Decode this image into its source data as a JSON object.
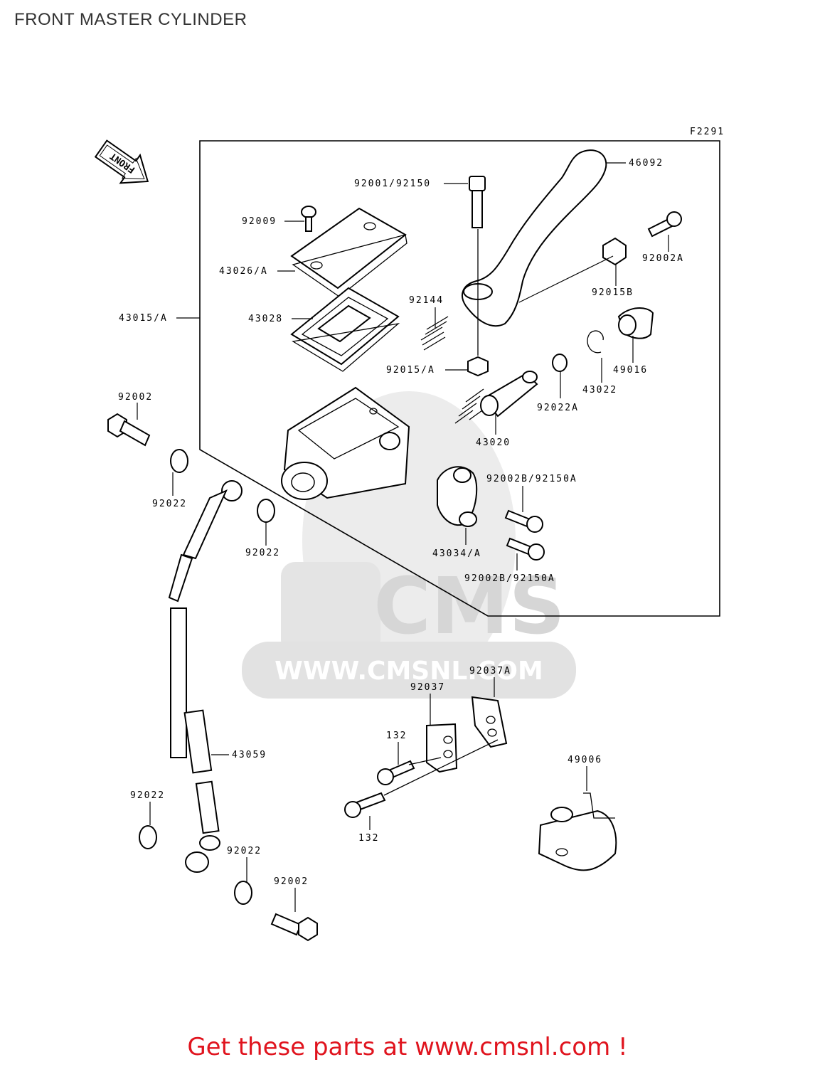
{
  "title": "FRONT MASTER CYLINDER",
  "figure_code": "F2291",
  "front_arrow_label": "FRONT",
  "watermark": {
    "logo_text": "CMS",
    "url_text": "WWW.CMSNL.COM"
  },
  "footer": "Get these parts at www.cmsnl.com !",
  "colors": {
    "footer_text": "#e0141e",
    "title_text": "#333333",
    "watermark": "#d8d8d8"
  },
  "parts": [
    {
      "id": "p46092",
      "label": "46092"
    },
    {
      "id": "p92001",
      "label": "92001/92150"
    },
    {
      "id": "p92009",
      "label": "92009"
    },
    {
      "id": "p92002a",
      "label": "92002A"
    },
    {
      "id": "p43026",
      "label": "43026/A"
    },
    {
      "id": "p92015b",
      "label": "92015B"
    },
    {
      "id": "p43015",
      "label": "43015/A"
    },
    {
      "id": "p92144",
      "label": "92144"
    },
    {
      "id": "p43028",
      "label": "43028"
    },
    {
      "id": "p49016",
      "label": "49016"
    },
    {
      "id": "p92015a",
      "label": "92015/A"
    },
    {
      "id": "p43022",
      "label": "43022"
    },
    {
      "id": "p92002top",
      "label": "92002"
    },
    {
      "id": "p92022a",
      "label": "92022A"
    },
    {
      "id": "p43020",
      "label": "43020"
    },
    {
      "id": "p92002b1",
      "label": "92002B/92150A"
    },
    {
      "id": "p92022_1",
      "label": "92022"
    },
    {
      "id": "p92022_2",
      "label": "92022"
    },
    {
      "id": "p43034",
      "label": "43034/A"
    },
    {
      "id": "p92002b2",
      "label": "92002B/92150A"
    },
    {
      "id": "p92037a",
      "label": "92037A"
    },
    {
      "id": "p92037",
      "label": "92037"
    },
    {
      "id": "p132a",
      "label": "132"
    },
    {
      "id": "p43059",
      "label": "43059"
    },
    {
      "id": "p49006",
      "label": "49006"
    },
    {
      "id": "p92022_3",
      "label": "92022"
    },
    {
      "id": "p132b",
      "label": "132"
    },
    {
      "id": "p92022_4",
      "label": "92022"
    },
    {
      "id": "p92002bot",
      "label": "92002"
    }
  ]
}
